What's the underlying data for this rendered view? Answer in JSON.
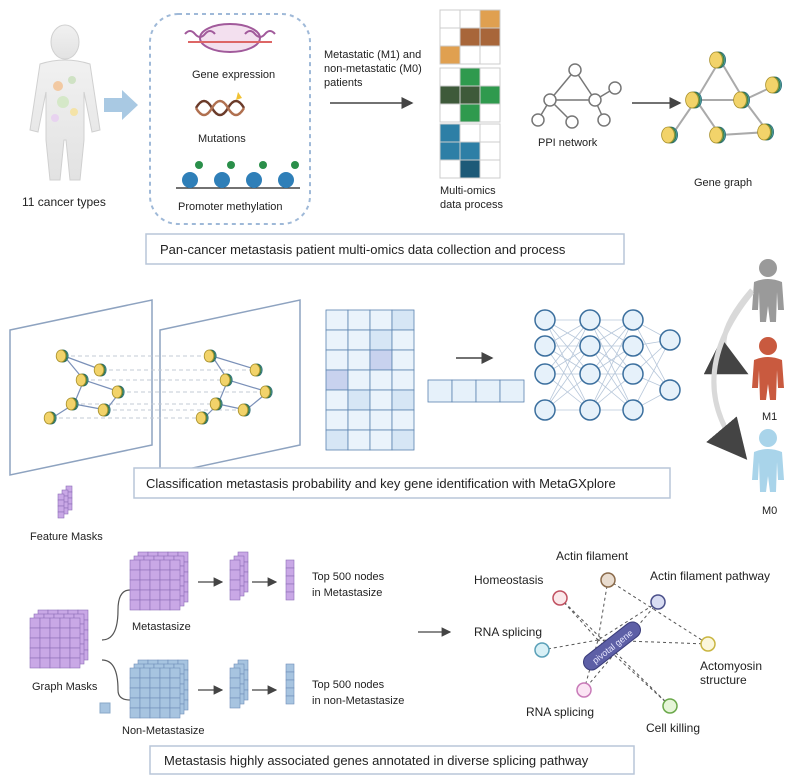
{
  "section1": {
    "cancer_label": "11 cancer types",
    "omics": {
      "expression": "Gene expression",
      "mutations": "Mutations",
      "methylation": "Promoter methylation"
    },
    "patients_label": [
      "Metastatic (M1) and",
      "non-metastatic (M0)",
      "patients"
    ],
    "multiomics_label": [
      "Multi-omics",
      "data process"
    ],
    "ppi_label": "PPI network",
    "gene_graph_label": "Gene graph",
    "banner": "Pan-cancer metastasis patient multi-omics data collection and process"
  },
  "section2": {
    "banner": "Classification metastasis probability and key gene identification with MetaGXplore",
    "m1_label": "M1",
    "m0_label": "M0"
  },
  "section3": {
    "feature_masks": "Feature Masks",
    "graph_masks": "Graph Masks",
    "metastasize": "Metastasize",
    "non_metastasize": "Non-Metastasize",
    "top_meta": [
      "Top 500 nodes",
      "in Metastasize"
    ],
    "top_nonmeta": [
      "Top 500 nodes",
      "in non-Metastasize"
    ],
    "pivotal_gene": "pivotal gene",
    "annotations": {
      "actin_filament": "Actin filament",
      "homeostasis": "Homeostasis",
      "actin_pathway": "Actin filament pathway",
      "rna_splicing_top": "RNA splicing",
      "actomyosin": [
        "Actomyosin",
        "structure"
      ],
      "rna_splicing_bottom": "RNA splicing",
      "cell_killing": "Cell killing"
    },
    "banner": "Metastasis highly associated genes annotated in diverse splicing pathway"
  },
  "colors": {
    "banner_border": "#b9c6d8",
    "orange": "#e0a050",
    "brown": "#a8663a",
    "green": "#2f9a4e",
    "dark_green": "#3e5a3a",
    "teal": "#2d7fa6",
    "dark_teal": "#1d5a78",
    "node_yellow": "#f2d36a",
    "node_green": "#5aa56a",
    "node_teal": "#4fa6b0",
    "human_gray": "#9a9a9a",
    "human_red": "#c95a3f",
    "human_blue": "#a9d4ea",
    "purple_mask": "#c9a8e6",
    "blue_mask": "#a7c4e0",
    "neuron": "#e6f1fa",
    "neuron_stroke": "#3b6f9e",
    "pivotal": "#5d5fa6"
  }
}
